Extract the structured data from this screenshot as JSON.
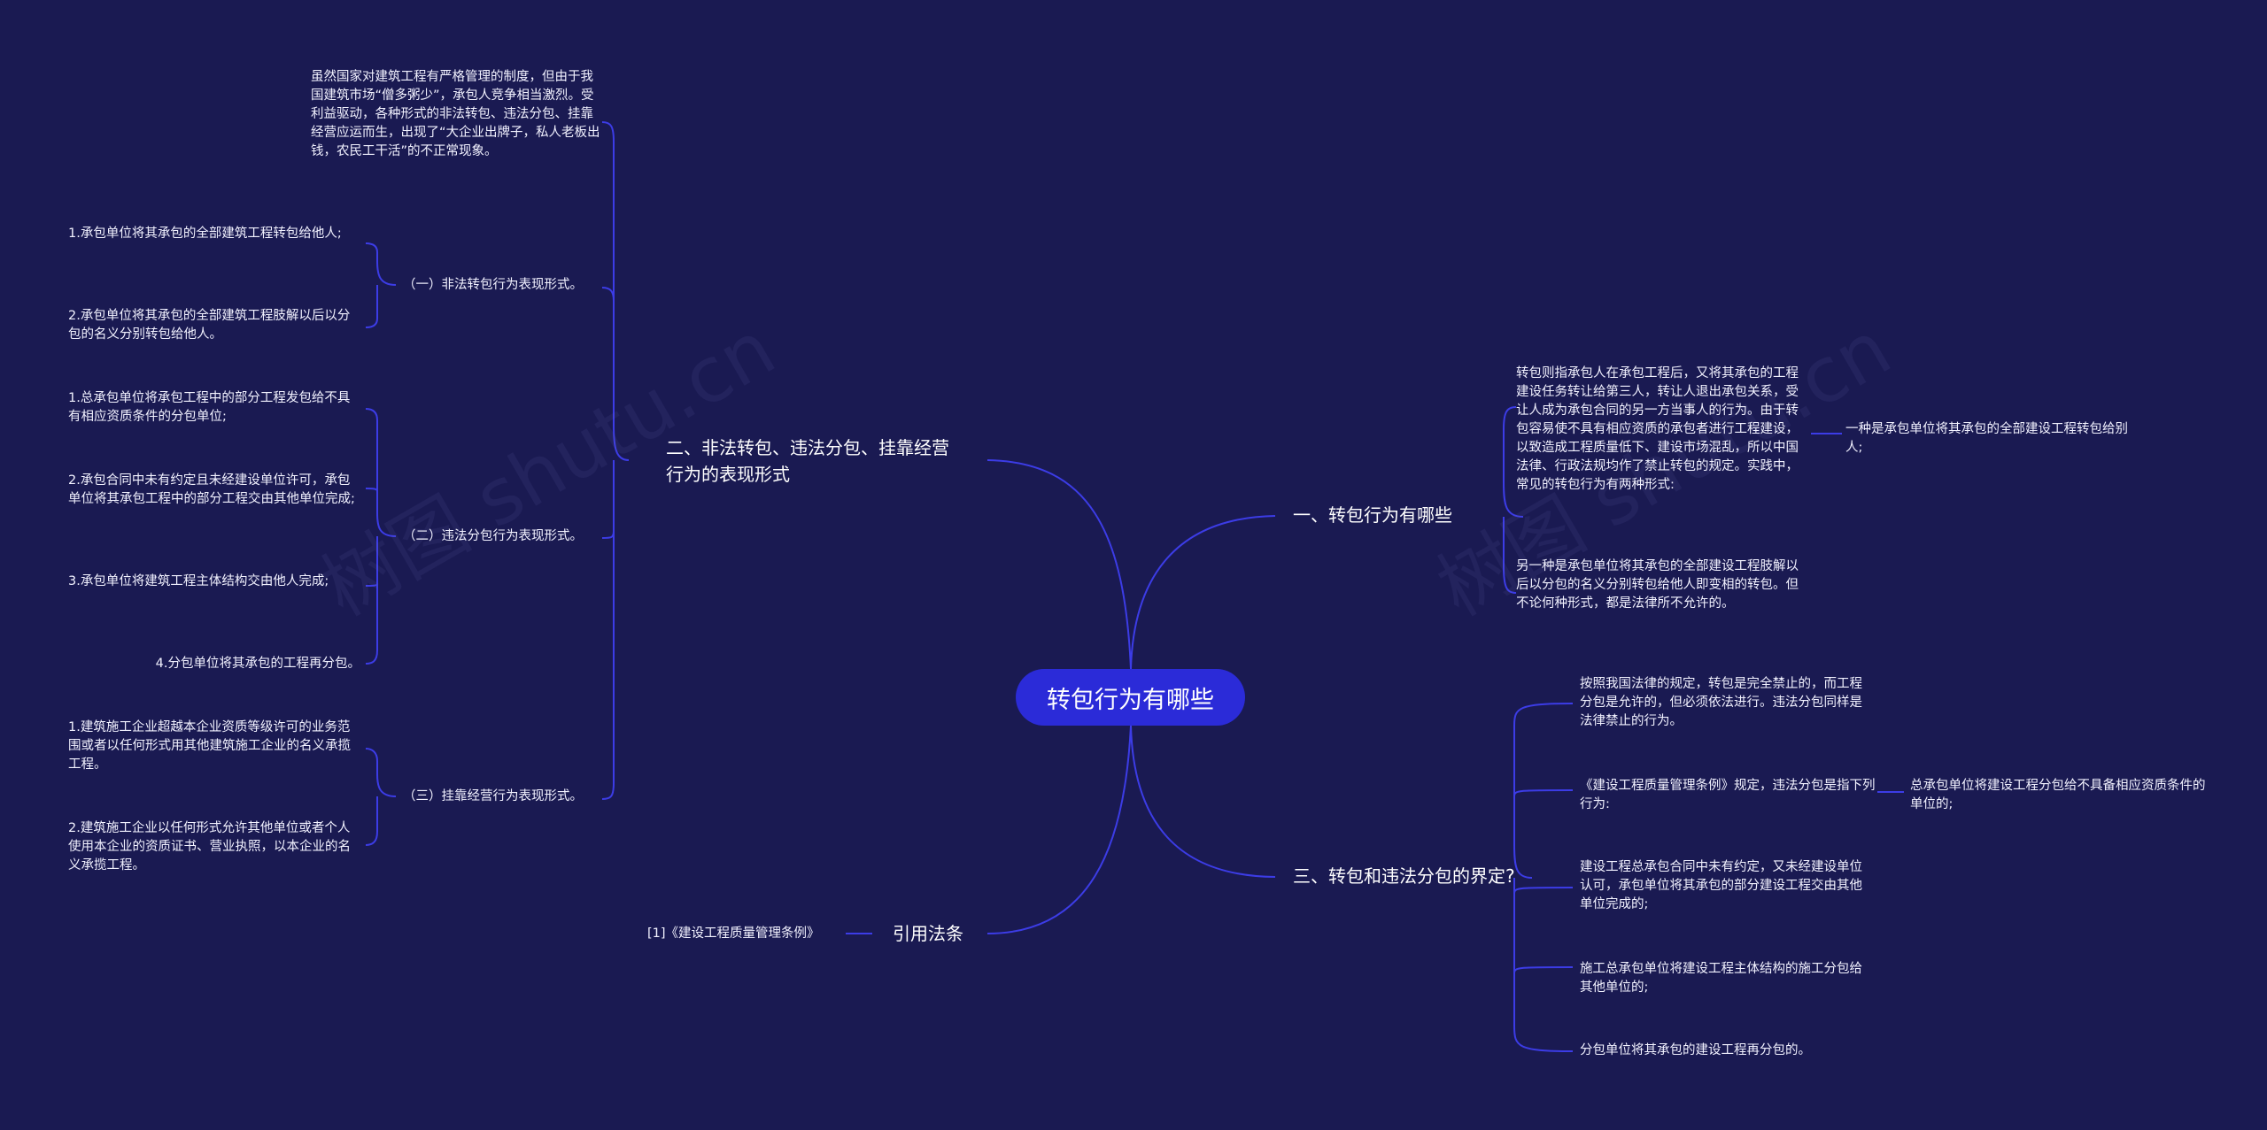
{
  "root": {
    "label": "转包行为有哪些"
  },
  "watermark": {
    "text1": "树图 shutu.cn",
    "text2": "树图 shutu.cn"
  },
  "colors": {
    "background": "#1a1a52",
    "line": "#3c3ce6",
    "root_fill": "#2b2bd8",
    "text": "#ffffff"
  },
  "right": {
    "b1": {
      "label": "一、转包行为有哪些",
      "c1": "转包则指承包人在承包工程后，又将其承包的工程建设任务转让给第三人，转让人退出承包关系，受让人成为承包合同的另一方当事人的行为。由于转包容易使不具有相应资质的承包者进行工程建设，以致造成工程质量低下、建设市场混乱，所以中国法律、行政法规均作了禁止转包的规定。实践中，常见的转包行为有两种形式:",
      "c1a": "一种是承包单位将其承包的全部建设工程转包给别人;",
      "c2": "另一种是承包单位将其承包的全部建设工程肢解以后以分包的名义分别转包给他人即变相的转包。但不论何种形式，都是法律所不允许的。"
    },
    "b3": {
      "label": "三、转包和违法分包的界定?",
      "c1": "按照我国法律的规定，转包是完全禁止的，而工程分包是允许的，但必须依法进行。违法分包同样是法律禁止的行为。",
      "c2": "《建设工程质量管理条例》规定，违法分包是指下列行为:",
      "c2a": "总承包单位将建设工程分包给不具备相应资质条件的单位的;",
      "c3": "建设工程总承包合同中未有约定，又未经建设单位认可，承包单位将其承包的部分建设工程交由其他单位完成的;",
      "c4": "施工总承包单位将建设工程主体结构的施工分包给其他单位的;",
      "c5": "分包单位将其承包的建设工程再分包的。"
    }
  },
  "left": {
    "b2": {
      "label": "二、非法转包、违法分包、挂靠经营行为的表现形式",
      "intro": "虽然国家对建筑工程有严格管理的制度，但由于我国建筑市场“僧多粥少”，承包人竞争相当激烈。受利益驱动，各种形式的非法转包、违法分包、挂靠经营应运而生，出现了“大企业出牌子，私人老板出钱，农民工干活”的不正常现象。",
      "s1": {
        "label": "（一）非法转包行为表现形式。",
        "items": [
          "1.承包单位将其承包的全部建筑工程转包给他人;",
          "2.承包单位将其承包的全部建筑工程肢解以后以分包的名义分别转包给他人。"
        ]
      },
      "s2": {
        "label": "（二）违法分包行为表现形式。",
        "items": [
          "1.总承包单位将承包工程中的部分工程发包给不具有相应资质条件的分包单位;",
          "2.承包合同中未有约定且未经建设单位许可，承包单位将其承包工程中的部分工程交由其他单位完成;",
          "3.承包单位将建筑工程主体结构交由他人完成;",
          "4.分包单位将其承包的工程再分包。"
        ]
      },
      "s3": {
        "label": "（三）挂靠经营行为表现形式。",
        "items": [
          "1.建筑施工企业超越本企业资质等级许可的业务范围或者以任何形式用其他建筑施工企业的名义承揽工程。",
          "2.建筑施工企业以任何形式允许其他单位或者个人使用本企业的资质证书、营业执照，以本企业的名义承揽工程。"
        ]
      }
    },
    "b4": {
      "label": "引用法条",
      "c1": "[1]《建设工程质量管理条例》"
    }
  }
}
